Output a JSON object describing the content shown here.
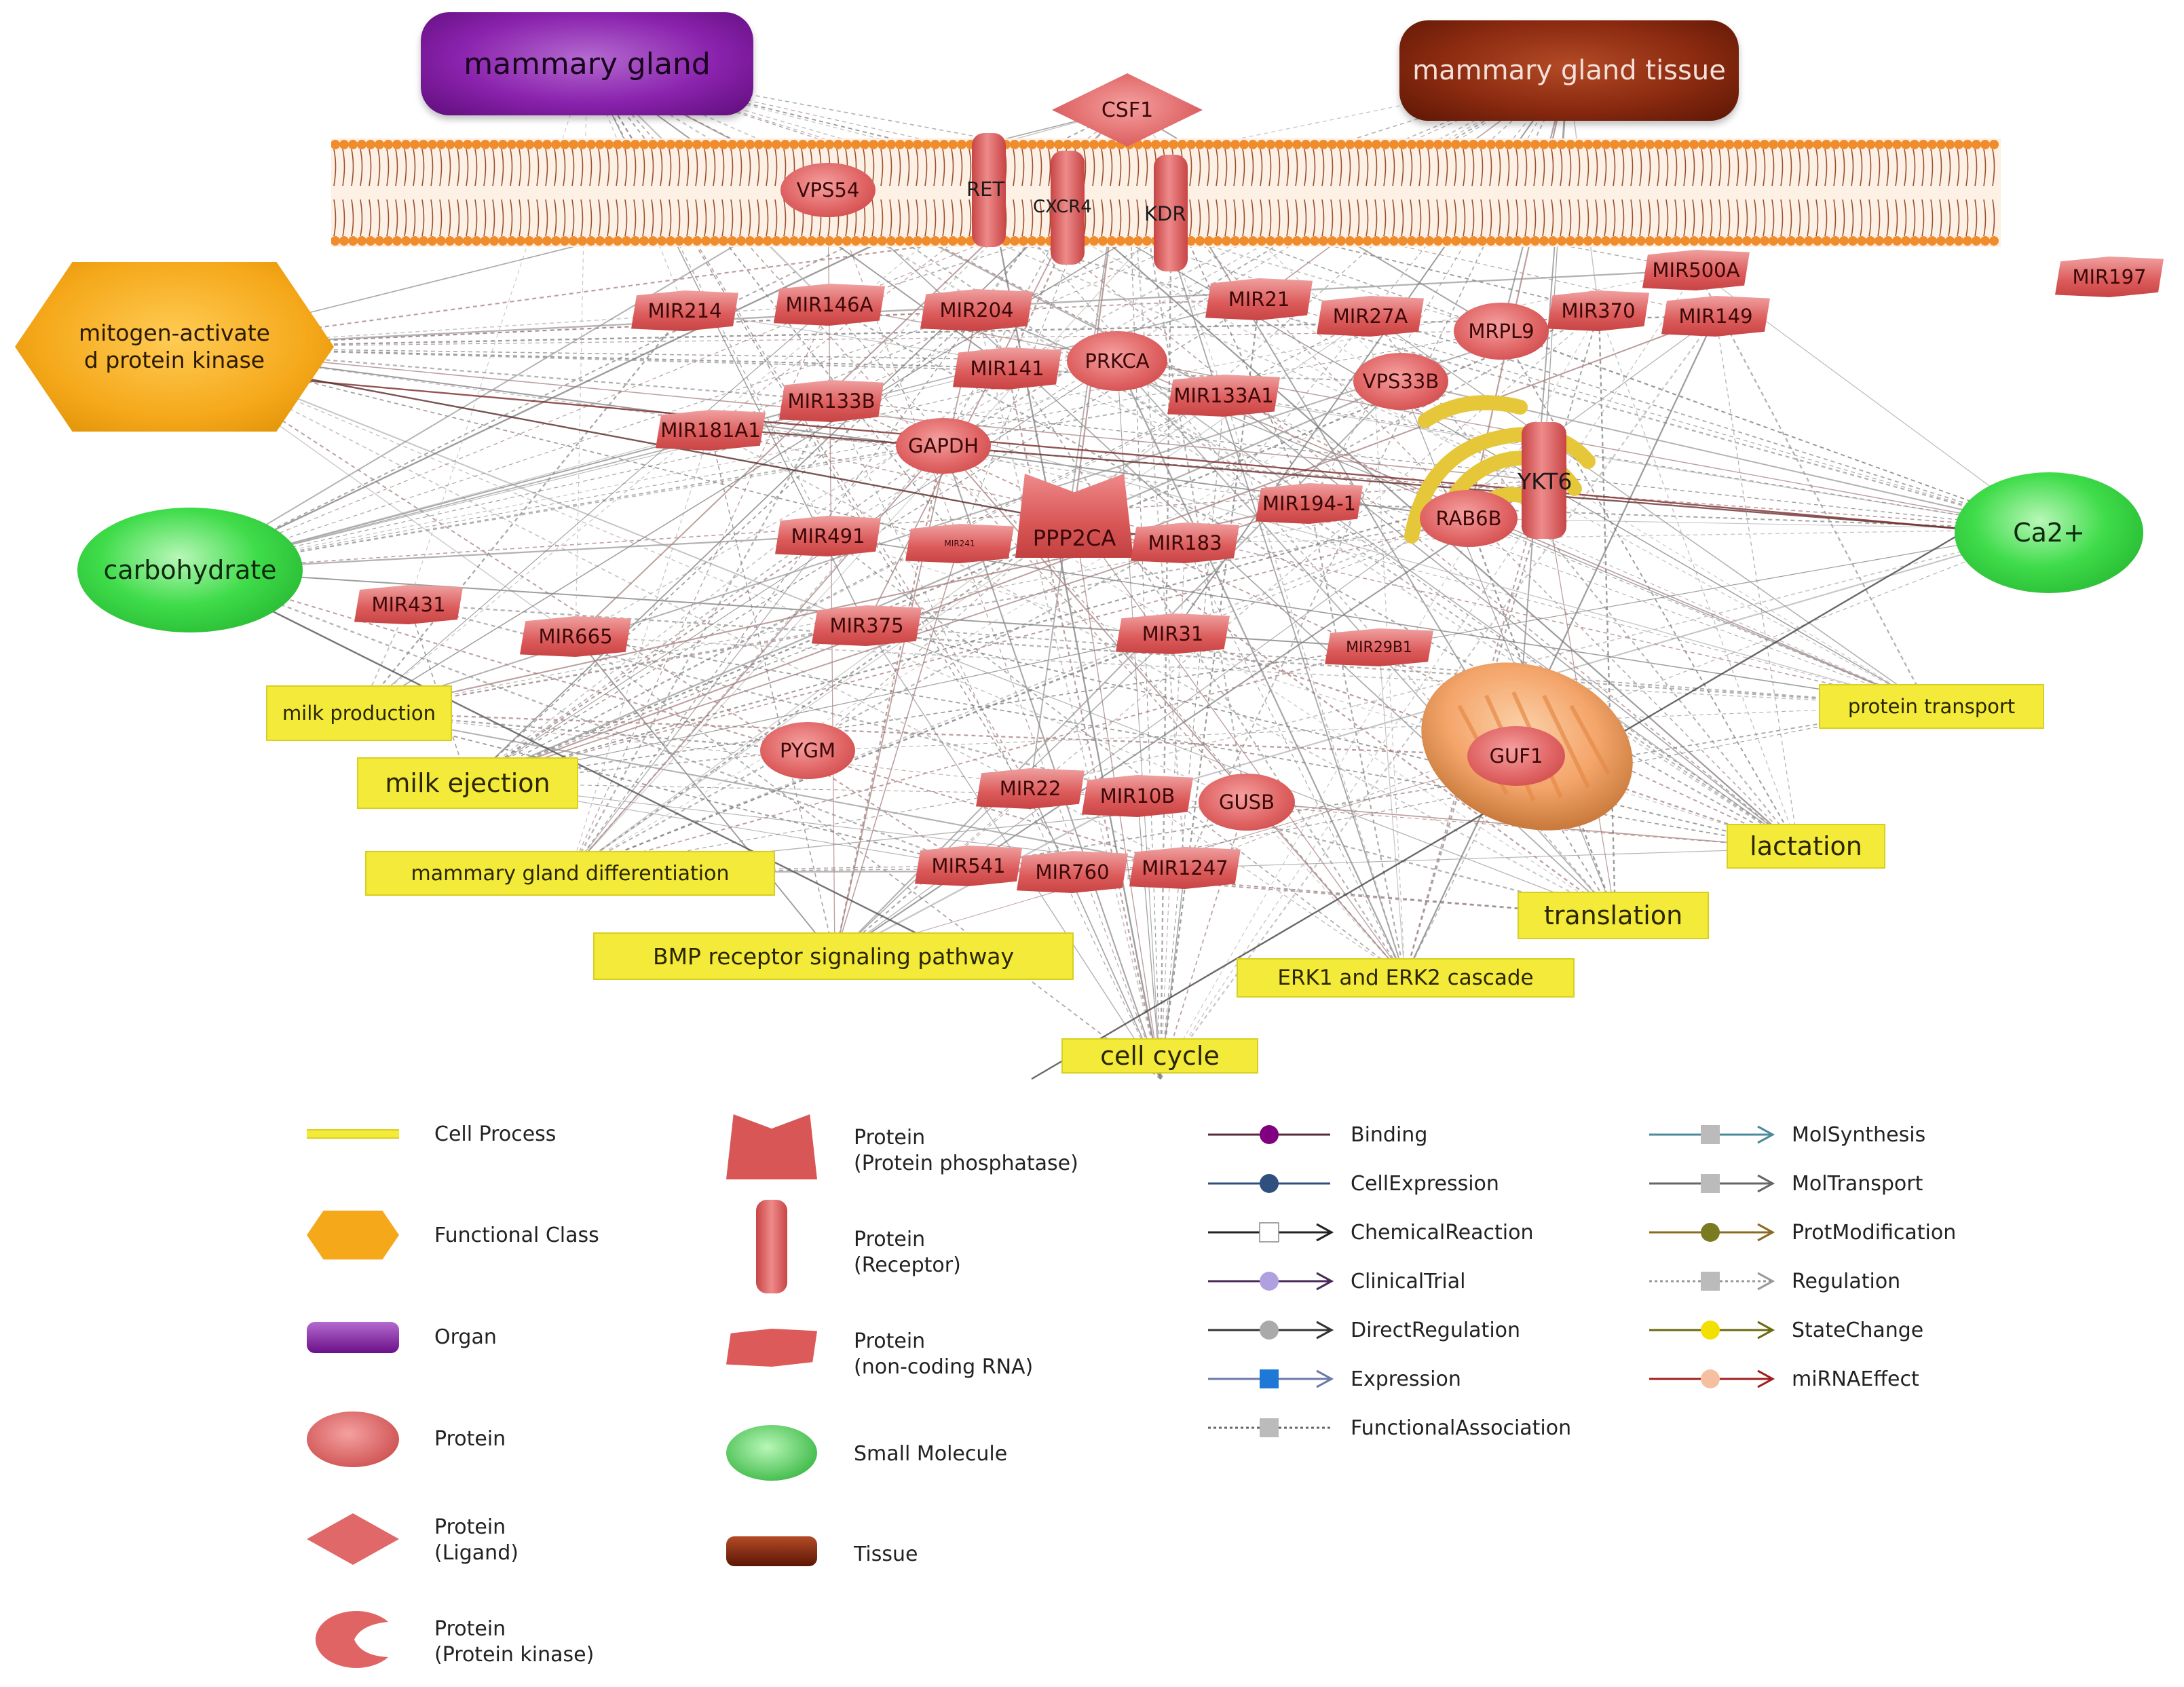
{
  "nodes": {
    "mammary_gland": "mammary gland",
    "mammary_gland_tissue": "mammary gland tissue",
    "csf1": "CSF1",
    "vps54": "VPS54",
    "ret": "RET",
    "cxcr4": "CXCR4",
    "kdr": "KDR",
    "mapk": "mitogen-activate d protein kinase",
    "carbohydrate": "carbohydrate",
    "ca2": "Ca2+",
    "mir214": "MIR214",
    "mir146a": "MIR146A",
    "mir204": "MIR204",
    "mir21": "MIR21",
    "mir27a": "MIR27A",
    "mrpl9": "MRPL9",
    "mir370": "MIR370",
    "mir500a": "MIR500A",
    "mir149": "MIR149",
    "mir197": "MIR197",
    "mir141": "MIR141",
    "prkca": "PRKCA",
    "mir133a1": "MIR133A1",
    "vps33b": "VPS33B",
    "mir133b": "MIR133B",
    "mir181a1": "MIR181A1",
    "gapdh": "GAPDH",
    "ykt6": "YKT6",
    "ppp2ca": "PPP2CA",
    "mir194_1": "MIR194-1",
    "rab6b": "RAB6B",
    "mir491": "MIR491",
    "mir_tiny": "MIR241",
    "mir183": "MIR183",
    "mir431": "MIR431",
    "mir665": "MIR665",
    "mir375": "MIR375",
    "mir31": "MIR31",
    "mir29b1": "MIR29B1",
    "guf1": "GUF1",
    "pygm": "PYGM",
    "mir22": "MIR22",
    "mir10b": "MIR10B",
    "gusb": "GUSB",
    "mir541": "MIR541",
    "mir760": "MIR760",
    "mir1247": "MIR1247"
  },
  "processes": {
    "milk_production": "milk production",
    "milk_ejection": "milk ejection",
    "mammary_gland_differentiation": "mammary gland differentiation",
    "bmp": "BMP receptor signaling pathway",
    "cell_cycle": "cell cycle",
    "erk": "ERK1 and ERK2 cascade",
    "translation": "translation",
    "lactation": "lactation",
    "protein_transport": "protein transport"
  },
  "legend": {
    "col1": [
      {
        "label": "Cell Process",
        "icon": "cell-process"
      },
      {
        "label": "Functional Class",
        "icon": "functional-class"
      },
      {
        "label": "Organ",
        "icon": "organ"
      },
      {
        "label": "Protein",
        "icon": "protein"
      },
      {
        "label": "Protein\n(Ligand)",
        "icon": "ligand"
      },
      {
        "label": "Protein\n(Protein kinase)",
        "icon": "kinase"
      }
    ],
    "col2": [
      {
        "label": "Protein\n(Protein phosphatase)",
        "icon": "phosphatase"
      },
      {
        "label": "Protein\n(Receptor)",
        "icon": "receptor"
      },
      {
        "label": "Protein\n(non-coding RNA)",
        "icon": "ncrna"
      },
      {
        "label": "Small Molecule",
        "icon": "small-molecule"
      },
      {
        "label": "Tissue",
        "icon": "tissue"
      }
    ],
    "col3": [
      {
        "label": "Binding",
        "color": "#800080",
        "marker": "circle",
        "arrow": false,
        "line": "#5a2a3a"
      },
      {
        "label": "CellExpression",
        "color": "#2f4f7f",
        "marker": "circle",
        "arrow": false,
        "line": "#2f4f7f"
      },
      {
        "label": "ChemicalReaction",
        "color": "#ffffff",
        "marker": "square-outline",
        "arrow": true,
        "line": "#222222"
      },
      {
        "label": "ClinicalTrial",
        "color": "#b0a0e0",
        "marker": "circle",
        "arrow": true,
        "line": "#4a2a5a"
      },
      {
        "label": "DirectRegulation",
        "color": "#aaaaaa",
        "marker": "circle",
        "arrow": true,
        "line": "#333333"
      },
      {
        "label": "Expression",
        "color": "#1e78d6",
        "marker": "square",
        "arrow": true,
        "line": "#6a7aaa"
      },
      {
        "label": "FunctionalAssociation",
        "color": "#bbbbbb",
        "marker": "square",
        "arrow": false,
        "line": "#666666",
        "dotted": true
      }
    ],
    "col4": [
      {
        "label": "MolSynthesis",
        "color": "#bbbbbb",
        "marker": "square",
        "arrow": true,
        "line": "#4a8a9a"
      },
      {
        "label": "MolTransport",
        "color": "#bbbbbb",
        "marker": "square",
        "arrow": true,
        "line": "#666666"
      },
      {
        "label": "ProtModification",
        "color": "#7a7a20",
        "marker": "circle",
        "arrow": true,
        "line": "#8a6a20"
      },
      {
        "label": "Regulation",
        "color": "#bbbbbb",
        "marker": "square",
        "arrow": true,
        "line": "#999999",
        "dotted": true
      },
      {
        "label": "StateChange",
        "color": "#f2e000",
        "marker": "circle",
        "arrow": true,
        "line": "#6a6a10"
      },
      {
        "label": "miRNAEffect",
        "color": "#f5c0a0",
        "marker": "circle",
        "arrow": true,
        "line": "#a02020"
      }
    ]
  }
}
